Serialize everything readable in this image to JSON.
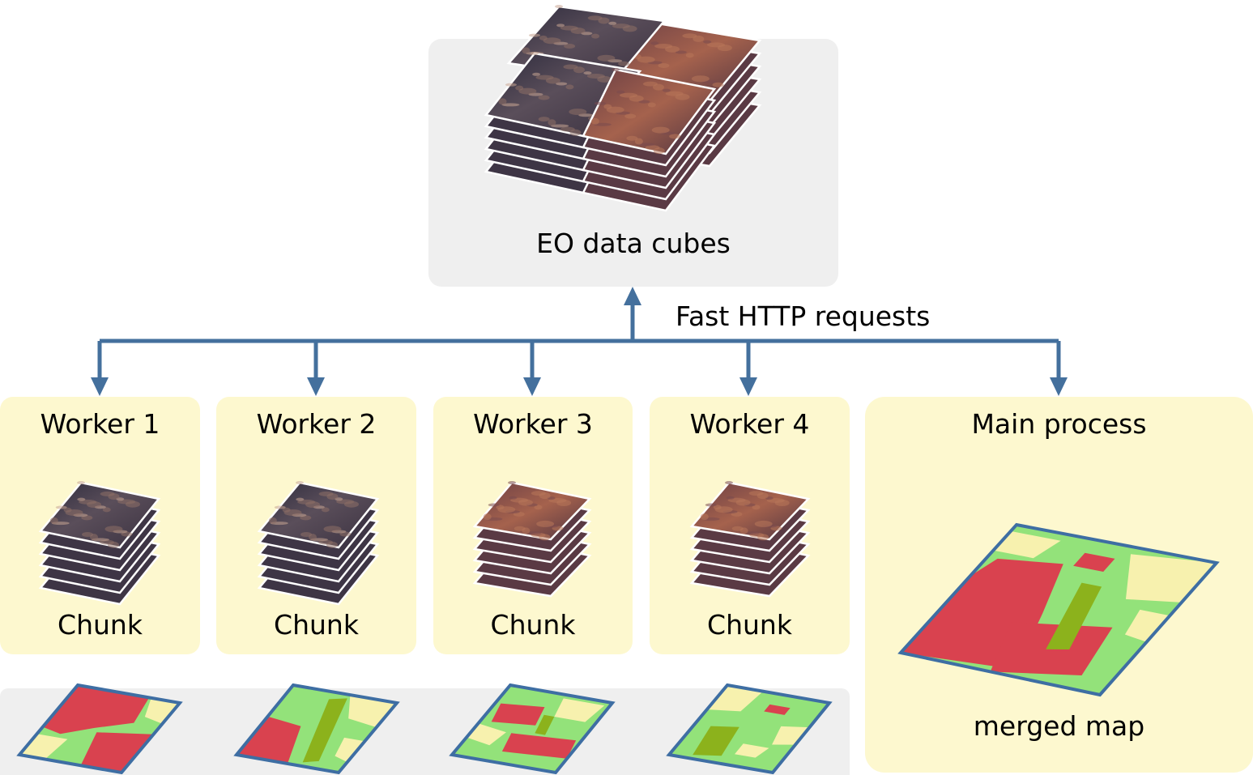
{
  "top": {
    "title": "EO data cubes"
  },
  "edge_label": "Fast HTTP requests",
  "workers": [
    {
      "title": "Worker 1",
      "caption": "Chunk"
    },
    {
      "title": "Worker 2",
      "caption": "Chunk"
    },
    {
      "title": "Worker 3",
      "caption": "Chunk"
    },
    {
      "title": "Worker 4",
      "caption": "Chunk"
    }
  ],
  "main": {
    "title": "Main process",
    "caption": "merged map"
  },
  "colors": {
    "arrow": "#44709d",
    "panel_gray": "#efefef",
    "panel_yellow": "#fdf8cf",
    "map_red": "#d9424f",
    "map_green": "#93e27a",
    "map_cream": "#f7f1ae",
    "map_olive": "#8cb21c",
    "map_border": "#3e6ea3",
    "imagery_dark": "#3b3342",
    "imagery_rust": "#94564a"
  }
}
